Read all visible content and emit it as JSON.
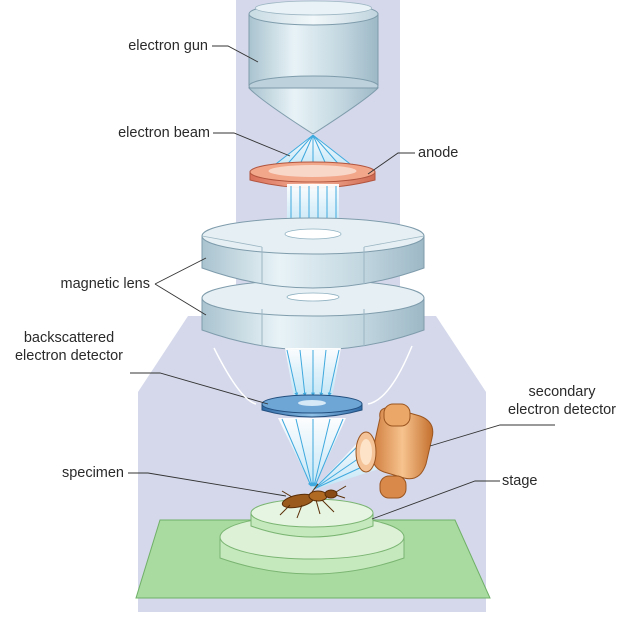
{
  "labels": {
    "electron_gun": "electron gun",
    "electron_beam": "electron beam",
    "anode": "anode",
    "magnetic_lens": "magnetic lens",
    "backscattered_line1": "backscattered",
    "backscattered_line2": "electron detector",
    "secondary_line1": "secondary",
    "secondary_line2": "electron detector",
    "specimen": "specimen",
    "stage": "stage"
  },
  "colors": {
    "housing": "#d4d8ea",
    "gun_metal": "#c2d6e0",
    "anode": "#e88a6a",
    "beam": "#5bc0ea",
    "detector_back": "#4a80b8",
    "detector_secondary": "#e8a060",
    "stage": "#c6e8bd",
    "base_plate": "#a9dba0",
    "specimen": "#8a4a14"
  }
}
